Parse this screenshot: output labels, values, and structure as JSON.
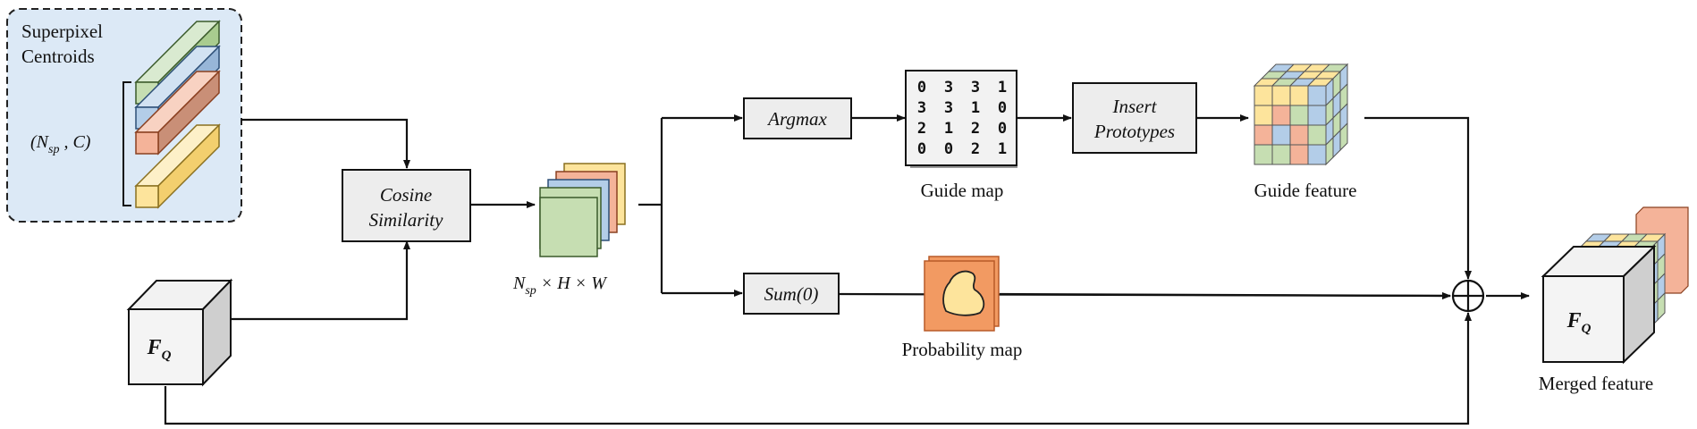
{
  "superpixel": {
    "title_line1": "Superpixel",
    "title_line2": "Centroids",
    "shape_label": "(N_sp , C)"
  },
  "cosine_box": {
    "line1": "Cosine",
    "line2": "Similarity"
  },
  "similarity_stack": {
    "dims_label": "N_sp × H × W"
  },
  "argmax_box": {
    "label": "Argmax"
  },
  "sum_box": {
    "label": "Sum(0)"
  },
  "guide_map": {
    "caption": "Guide map",
    "grid": [
      [
        "0",
        "3",
        "3",
        "1"
      ],
      [
        "3",
        "3",
        "1",
        "0"
      ],
      [
        "2",
        "1",
        "2",
        "0"
      ],
      [
        "0",
        "0",
        "2",
        "1"
      ]
    ]
  },
  "insert_box": {
    "line1": "Insert",
    "line2": "Prototypes"
  },
  "guide_feature": {
    "caption": "Guide feature"
  },
  "probability_map": {
    "caption": "Probability map"
  },
  "fq_input": {
    "label": "F_Q"
  },
  "merged": {
    "label": "F_Q",
    "caption": "Merged feature"
  },
  "colors": {
    "green": "#c6deb2",
    "blue": "#b3cde8",
    "orange": "#f4b399",
    "yellow": "#fde49c",
    "panel_bg": "#dce9f6",
    "box_fill": "#ededed",
    "prob_fill": "#f29a62"
  }
}
